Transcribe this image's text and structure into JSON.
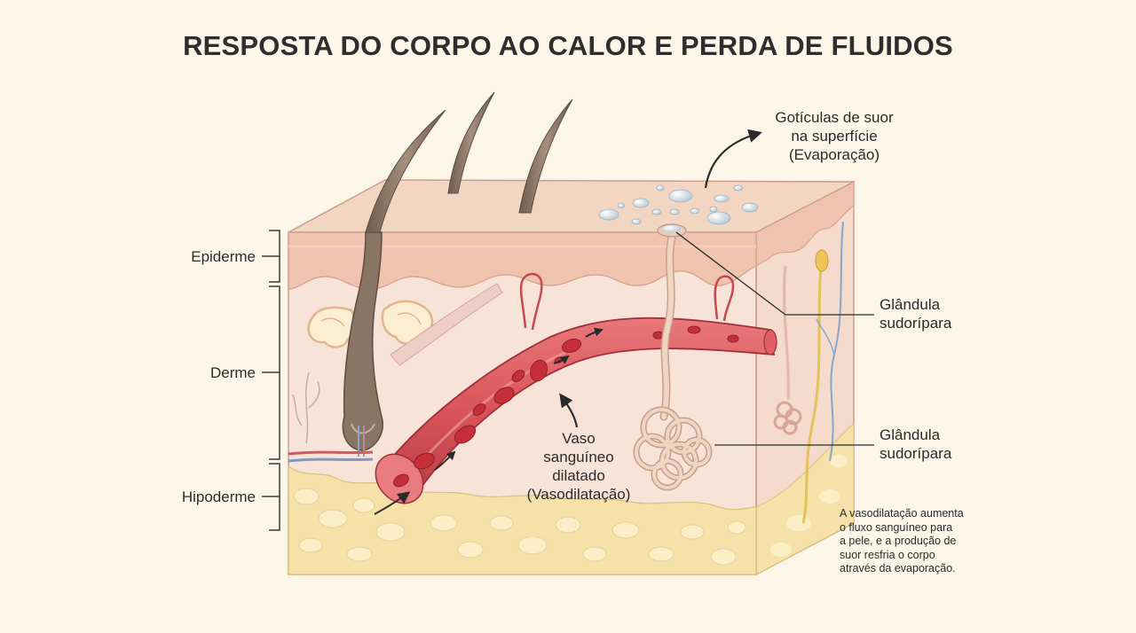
{
  "title": "RESPOSTA DO CORPO AO CALOR E PERDA DE FLUIDOS",
  "layers": {
    "epiderme": "Epiderme",
    "derme": "Derme",
    "hipoderme": "Hipoderme"
  },
  "labels": {
    "sweat_droplets": [
      "Gotículas de suor",
      "na superfície",
      "(Evaporação)"
    ],
    "sweat_gland_duct": [
      "Glândula",
      "sudorípara"
    ],
    "sweat_gland_coil": [
      "Glândula",
      "sudorípara"
    ],
    "blood_vessel": [
      "Vaso",
      "sanguíneo",
      "dilatado",
      "(Vasodilatação)"
    ]
  },
  "note": [
    "A vasodilatação aumenta",
    "o fluxo sanguíneo para",
    "a pele, e a produção de",
    "suor resfria o corpo",
    "através da evaporação."
  ],
  "colors": {
    "background": "#fbf6e8",
    "skin_top": "#f2d3bd",
    "epidermis": "#efc3ae",
    "dermis": "#f8e3d9",
    "hypodermis": "#f6e2a8",
    "fat": "#fbefc7",
    "vessel": "#d9555a",
    "vessel_dark": "#b73a42",
    "rbc": "#c62f3a",
    "hair": "#8a7564",
    "droplet": "#d8e3ea"
  }
}
